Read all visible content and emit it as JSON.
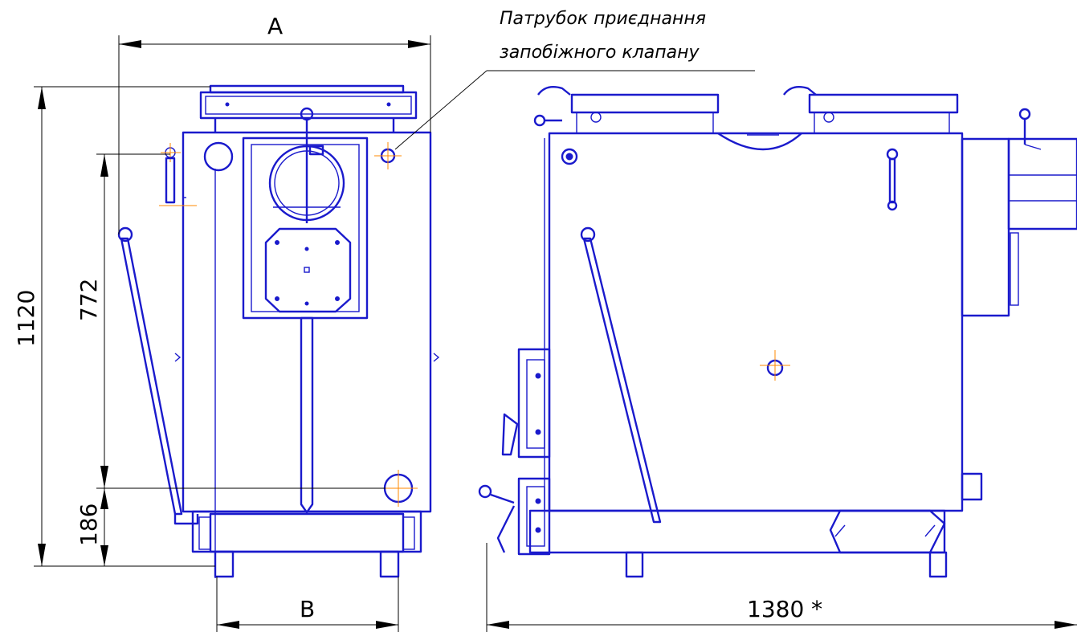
{
  "labels": {
    "dim_a": "A",
    "dim_b": "B",
    "dim_height_total": "1120",
    "dim_height_outlet": "772",
    "dim_height_inlet": "186",
    "dim_length": "1380 *",
    "note_line1": "Патрубок приєднання",
    "note_line2": "запобіжного клапану"
  },
  "colors": {
    "outline": "#1a1acc",
    "dimension": "#000000",
    "centerline": "#ff8a00"
  }
}
